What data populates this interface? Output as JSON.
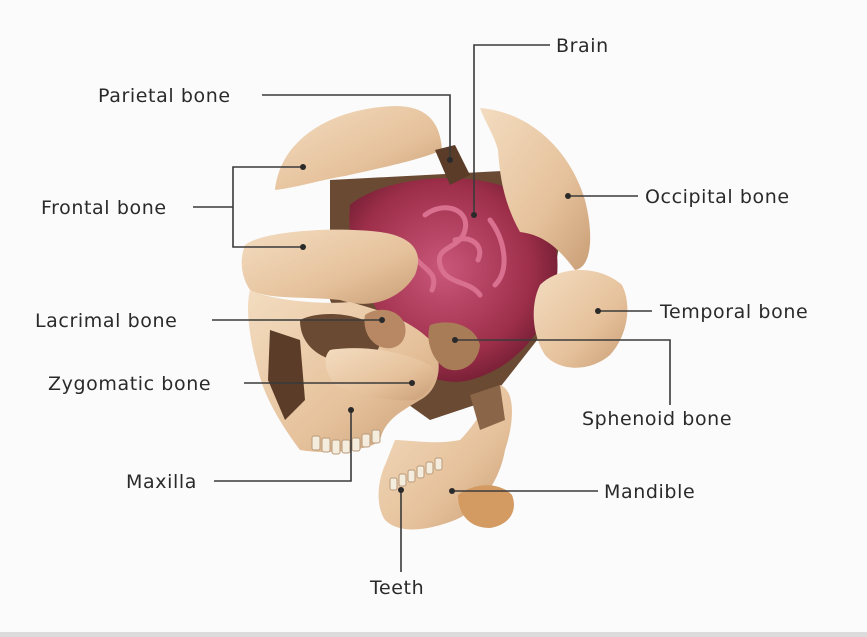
{
  "diagram": {
    "labels": {
      "brain": "Brain",
      "parietal": "Parietal bone",
      "frontal": "Frontal bone",
      "occipital": "Occipital bone",
      "lacrimal": "Lacrimal bone",
      "temporal": "Temporal bone",
      "zygomatic": "Zygomatic bone",
      "sphenoid": "Sphenoid bone",
      "maxilla": "Maxilla",
      "mandible": "Mandible",
      "teeth": "Teeth"
    },
    "colors": {
      "bone": "#e9c9a4",
      "bone_shadow": "#c79d74",
      "bone_dark": "#7a5a3e",
      "brain": "#9e2f4a",
      "brain_light": "#c14b69",
      "line": "#3a3a3a",
      "text": "#2a2a2a"
    }
  }
}
